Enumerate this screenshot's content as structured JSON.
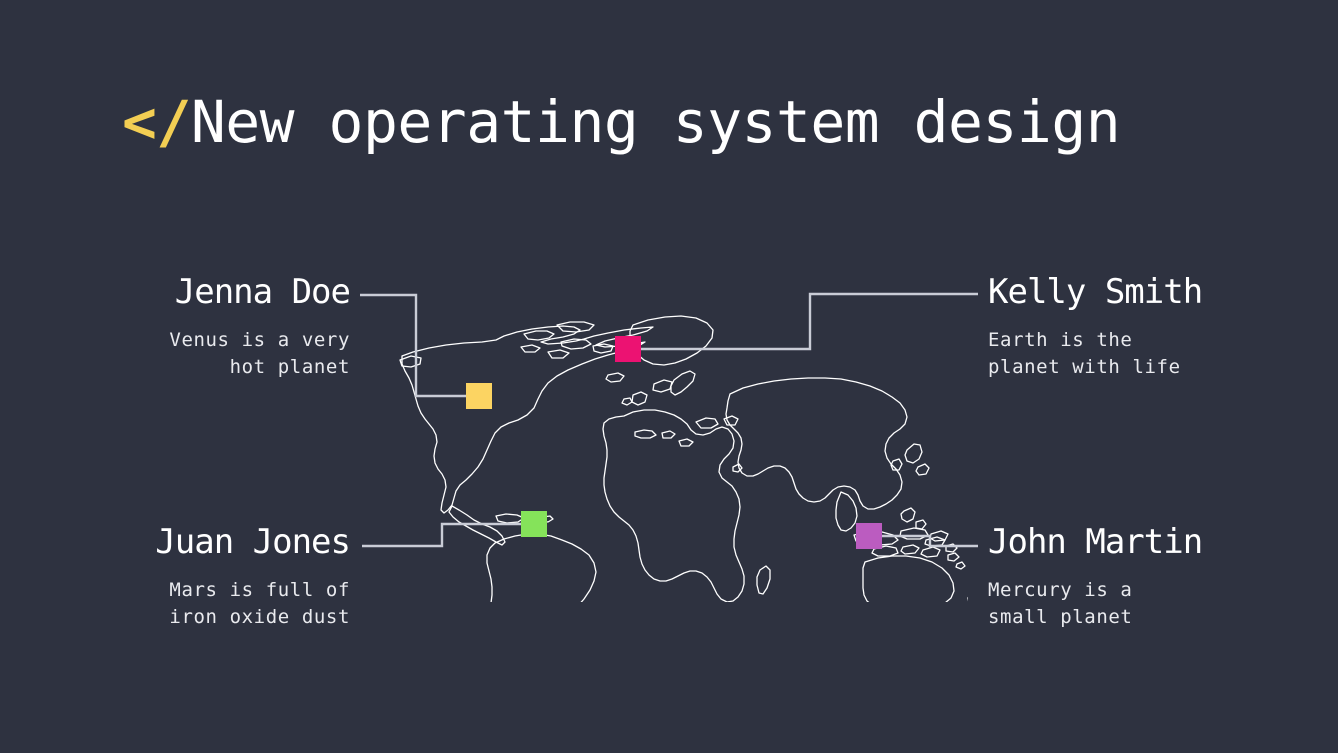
{
  "slide": {
    "background_color": "#2e3240",
    "accent_color": "#f3ce53",
    "text_color": "#ffffff",
    "line_color": "#c9ccd6"
  },
  "title": {
    "accent": "</",
    "main": "New operating system design",
    "full": "</New operating system design"
  },
  "map": {
    "name": "world-map-outline",
    "stroke_color": "#ffffff"
  },
  "entries": [
    {
      "id": "jenna-doe",
      "name": "Jenna Doe",
      "description_line1": "Venus is a very",
      "description_line2": "hot planet",
      "marker_color": "#fcd462",
      "marker_label": "yellow-marker",
      "align": "right",
      "position": "top-left"
    },
    {
      "id": "kelly-smith",
      "name": "Kelly Smith",
      "description_line1": "Earth is the",
      "description_line2": "planet with life",
      "marker_color": "#ec1272",
      "marker_label": "pink-marker",
      "align": "left",
      "position": "top-right"
    },
    {
      "id": "juan-jones",
      "name": "Juan Jones",
      "description_line1": "Mars is full of",
      "description_line2": "iron oxide dust",
      "marker_color": "#85e койне"
    },
    {
      "id": "john-martin",
      "name": "John Martin",
      "description_line1": "Mercury is a",
      "description_line2": "small planet",
      "marker_color": "#bb5cc0",
      "marker_label": "purple-marker",
      "align": "left",
      "position": "bottom-right"
    }
  ],
  "entries_fixed": {
    "juan_marker_color": "#85e35a",
    "juan_marker_label": "green-marker"
  }
}
